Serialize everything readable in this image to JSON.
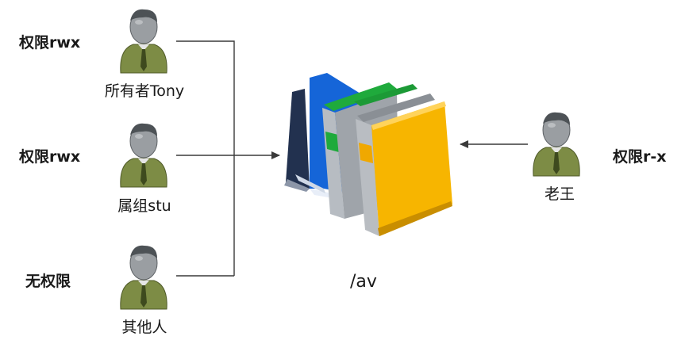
{
  "users": [
    {
      "permission": "权限rwx",
      "name": "所有者Tony"
    },
    {
      "permission": "权限rwx",
      "name": "属组stu"
    },
    {
      "permission": "无权限",
      "name": "其他人"
    }
  ],
  "outsider": {
    "permission": "权限r-x",
    "name": "老王"
  },
  "directory": {
    "label": "/av"
  },
  "colors": {
    "line": "#3a3a3a",
    "person_body": "#7d8c45",
    "person_head": "#8e9296",
    "book_blue": "#1565d8",
    "book_green": "#1faa3c",
    "book_yellow": "#f7b500"
  }
}
